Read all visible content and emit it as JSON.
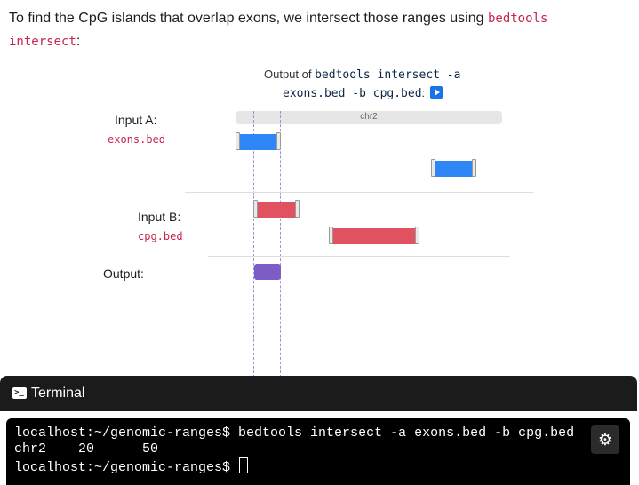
{
  "intro": {
    "text_before": "To find the CpG islands that overlap exons, we intersect those ranges using ",
    "command_part1": "bedtools",
    "command_part2": "intersect",
    "text_after": ":"
  },
  "caption": {
    "prefix": "Output of ",
    "cmd_line1": "bedtools intersect -a",
    "cmd_line2": "exons.bed -b cpg.bed",
    "suffix": ":"
  },
  "diagram": {
    "chrom_label": "chr2",
    "input_a_label": "Input A:",
    "input_a_file": "exons.bed",
    "input_b_label": "Input B:",
    "input_b_file": "cpg.bed",
    "output_label": "Output:",
    "colors": {
      "exons": "#2f86f6",
      "cpg": "#e05260",
      "output": "#7d5cc6"
    }
  },
  "terminal": {
    "title": "Terminal",
    "icon": "terminal-icon",
    "line1": "localhost:~/genomic-ranges$ bedtools intersect -a exons.bed -b cpg.bed",
    "line2": "chr2    20      50",
    "line3": "localhost:~/genomic-ranges$ ",
    "settings_icon": "gear-icon"
  }
}
